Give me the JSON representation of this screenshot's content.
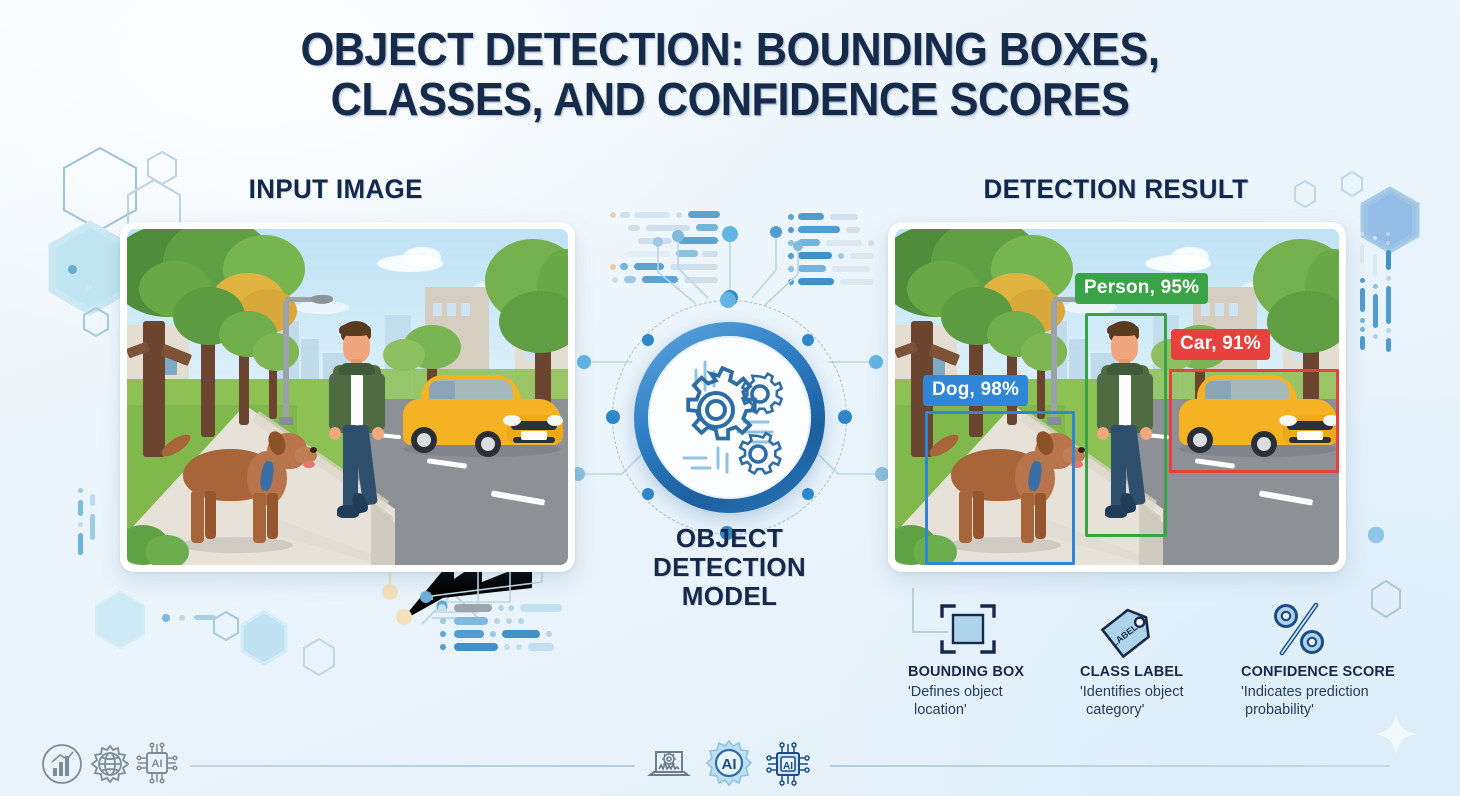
{
  "title": {
    "line1": "OBJECT DETECTION: BOUNDING BOXES,",
    "line2": "CLASSES, AND CONFIDENCE SCORES"
  },
  "sections": {
    "input_heading": "INPUT IMAGE",
    "result_heading": "DETECTION RESULT"
  },
  "model": {
    "caption_line1": "OBJECT",
    "caption_line2": "DETECTION",
    "caption_line3": "MODEL",
    "icon": "gears-icon",
    "ring_color": "#2f7fc4"
  },
  "input_scene": {
    "description": "Illustrated suburban street with sidewalk, trees, a brown dog, a man walking, and a yellow car on the road",
    "objects": [
      "dog",
      "person",
      "car",
      "trees",
      "street-lamp",
      "buildings"
    ]
  },
  "detections": [
    {
      "id": "dog",
      "class": "Dog",
      "confidence": "98%",
      "label": "Dog, 98%",
      "color": "#2f86d6"
    },
    {
      "id": "person",
      "class": "Person",
      "confidence": "95%",
      "label": "Person, 95%",
      "color": "#3aa348"
    },
    {
      "id": "car",
      "class": "Car",
      "confidence": "91%",
      "label": "Car, 91%",
      "color": "#e8403c"
    }
  ],
  "legend": [
    {
      "icon": "bounding-box-icon",
      "title": "BOUNDING BOX",
      "desc_line1": "'Defines object",
      "desc_line2": "location'"
    },
    {
      "icon": "tag-label-icon",
      "icon_text": "LABEL",
      "title": "CLASS LABEL",
      "desc_line1": "'Identifies object",
      "desc_line2": "category'"
    },
    {
      "icon": "percent-icon",
      "title": "CONFIDENCE SCORE",
      "desc_line1": "'Indicates prediction",
      "desc_line2": "probability'"
    }
  ],
  "footer_icons": {
    "left": [
      "bar-chart-circle-icon",
      "globe-gear-icon",
      "ai-chip-icon"
    ],
    "center": [
      "laptop-gear-icon",
      "ai-gear-icon",
      "ai-chip-icon"
    ],
    "ai_text": "AI"
  },
  "palette": {
    "background": "#eaf4fb",
    "title_navy": "#162a4a",
    "accent_blue": "#2f7fc4",
    "box_blue": "#2f86d6",
    "box_green": "#3aa348",
    "box_red": "#e8403c",
    "icon_fill": "#aed4ec"
  }
}
